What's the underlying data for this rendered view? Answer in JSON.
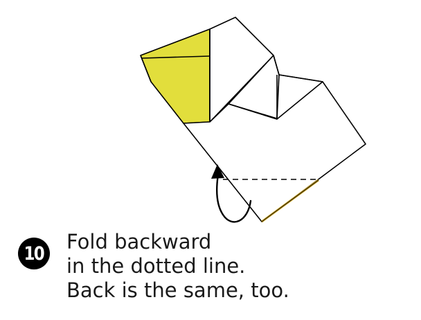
{
  "step": {
    "number": "10"
  },
  "instruction": {
    "lines": [
      "Fold backward",
      "in the dotted line.",
      "Back is the same, too."
    ]
  },
  "colors": {
    "paper_color": "#e2de3c",
    "paper_back": "#ffffff",
    "outline": "#000000",
    "edge_accent": "#c8a020"
  },
  "icons": {
    "fold_arrow": "curved-fold-back-arrow-icon",
    "fold_line": "dotted-fold-line"
  }
}
